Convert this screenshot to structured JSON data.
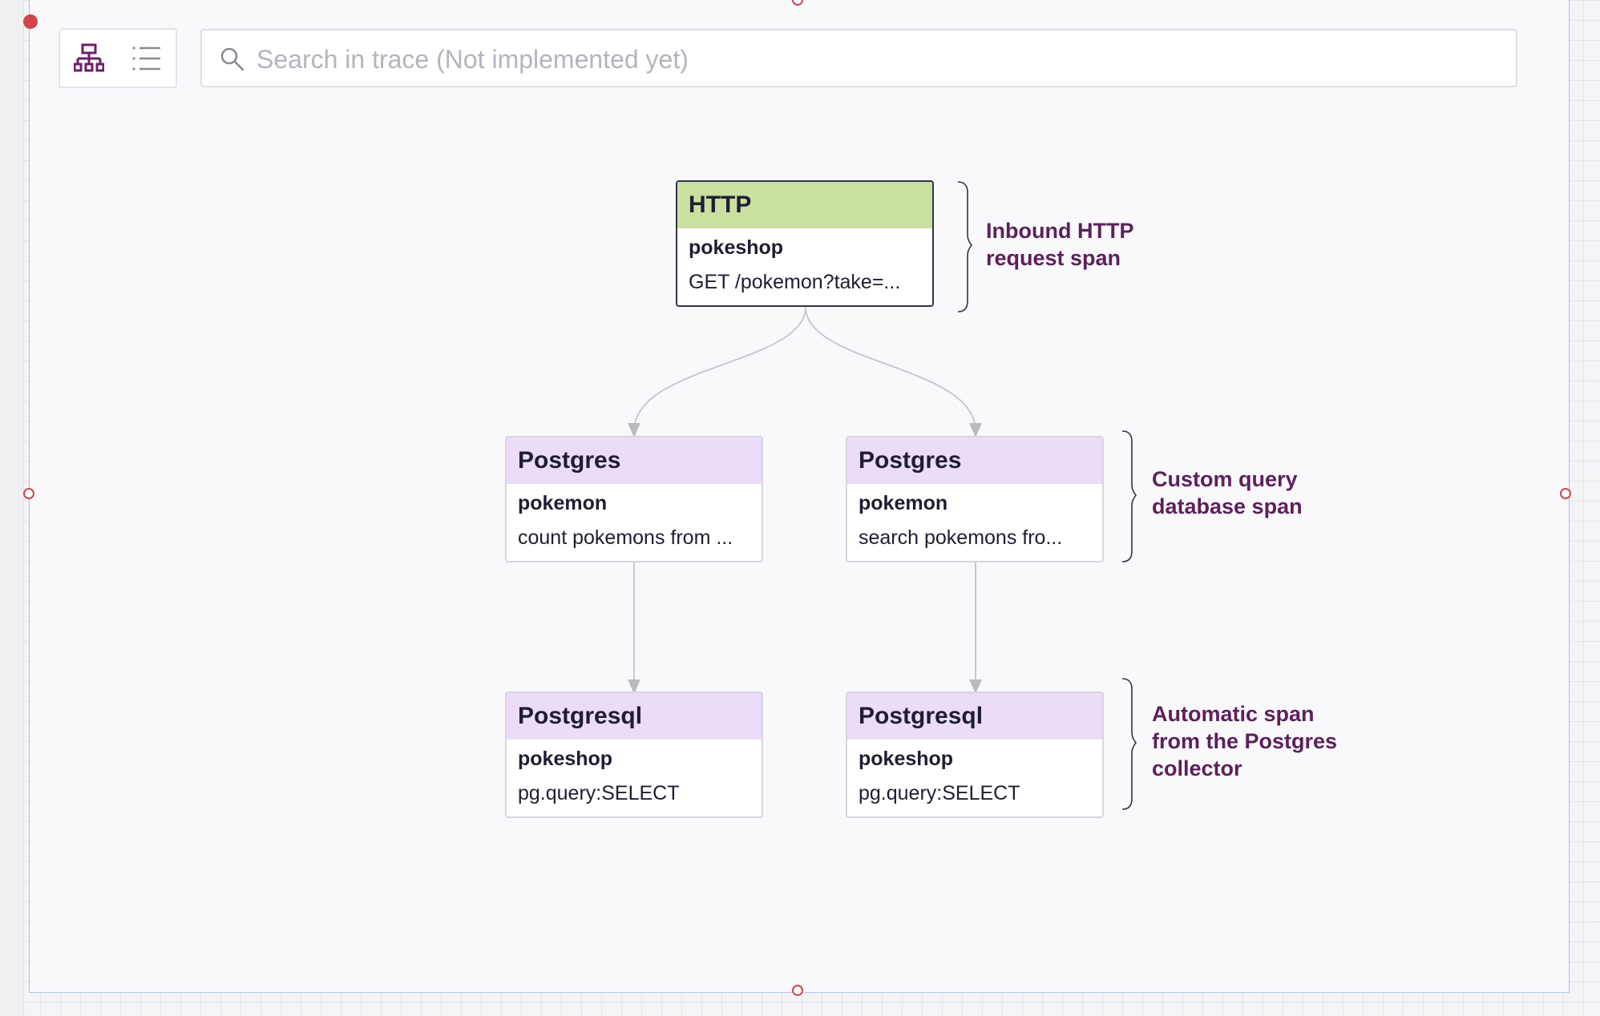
{
  "view_toggle": {
    "diagram_icon": "sitemap-icon",
    "list_icon": "list-icon"
  },
  "search": {
    "icon": "search-icon",
    "placeholder": "Search in trace (Not implemented yet)"
  },
  "spans": [
    {
      "type": "HTTP",
      "service": "pokeshop",
      "operation": "GET /pokemon?take=...",
      "selected": true
    },
    {
      "type": "Postgres",
      "service": "pokemon",
      "operation": "count pokemons from ...",
      "selected": false
    },
    {
      "type": "Postgres",
      "service": "pokemon",
      "operation": "search pokemons fro...",
      "selected": false
    },
    {
      "type": "Postgresql",
      "service": "pokeshop",
      "operation": "pg.query:SELECT",
      "selected": false
    },
    {
      "type": "Postgresql",
      "service": "pokeshop",
      "operation": "pg.query:SELECT",
      "selected": false
    }
  ],
  "annotations": [
    {
      "text": "Inbound HTTP request span"
    },
    {
      "text": "Custom query database span"
    },
    {
      "text": "Automatic span from the Postgres collector"
    }
  ],
  "colors": {
    "http_header": "#c9e09e",
    "db_header": "#ebdcfa",
    "annotation": "#5e1f5c",
    "accent_icon": "#6b1f68",
    "handle": "#d0454c",
    "frame_border": "#a8c4ee"
  }
}
